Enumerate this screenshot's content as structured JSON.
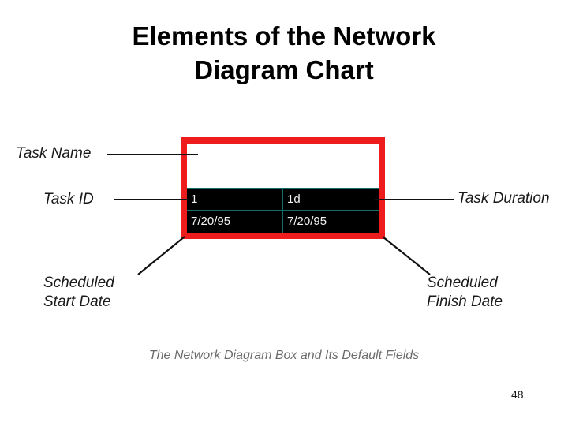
{
  "slide": {
    "title_lines": [
      "Elements of the Network",
      "Diagram Chart"
    ],
    "caption": "The Network Diagram Box and Its Default Fields",
    "page_number": "48",
    "background_color": "#ffffff"
  },
  "diagram": {
    "box": {
      "border_color": "#ee1c1c",
      "fill_color": "#000000",
      "gridline_color": "#146b6b",
      "name_cell_fill": "#ffffff",
      "text_color": "#f2f2f2",
      "fields": {
        "task_name": "",
        "task_id": "1",
        "task_duration": "1d",
        "scheduled_start_date": "7/20/95",
        "scheduled_finish_date": "7/20/95"
      }
    },
    "callouts": {
      "task_name": {
        "lines": [
          "Task Name"
        ]
      },
      "task_id": {
        "lines": [
          "Task ID"
        ]
      },
      "task_duration": {
        "lines": [
          "Task Duration"
        ]
      },
      "scheduled_start": {
        "lines": [
          "Scheduled",
          "Start Date"
        ]
      },
      "scheduled_finish": {
        "lines": [
          "Scheduled",
          "Finish Date"
        ]
      }
    },
    "leader_line_color": "#111111"
  }
}
